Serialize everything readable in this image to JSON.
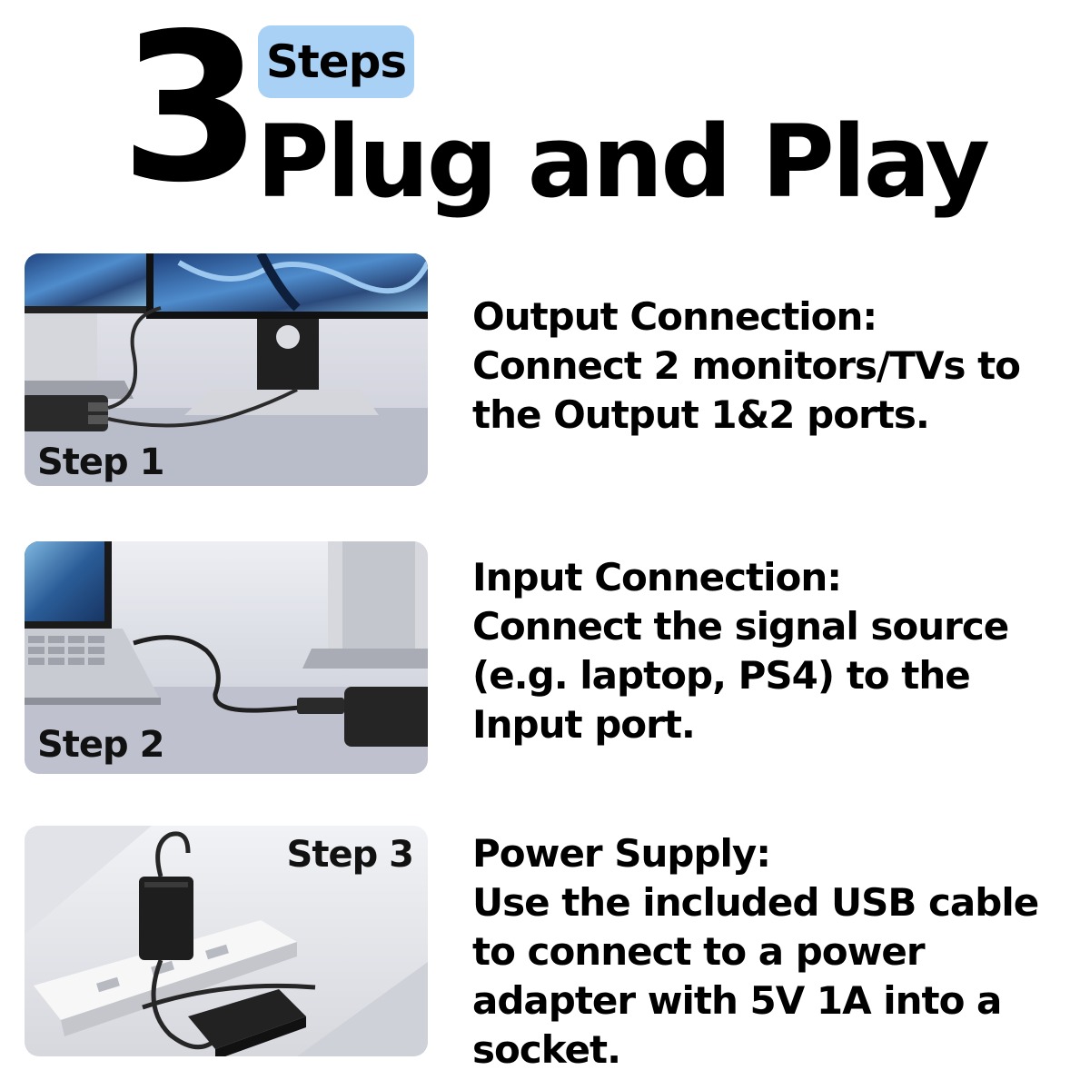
{
  "header": {
    "number": "3",
    "badge": "Steps",
    "title": "Plug and Play"
  },
  "steps": [
    {
      "label": "Step 1",
      "heading": "Output Connection:",
      "body": "Connect 2 monitors/TVs to the Output 1&2 ports."
    },
    {
      "label": "Step 2",
      "heading": "Input Connection:",
      "body": "Connect the signal source (e.g. laptop, PS4) to the Input port."
    },
    {
      "label": "Step 3",
      "heading": "Power Supply:",
      "body": "Use the included USB cable to connect to a power adapter with 5V 1A into a socket."
    }
  ],
  "colors": {
    "badge": "#a9d0f5",
    "text": "#000000"
  },
  "icons": {
    "step1": "monitor-setup-photo",
    "step2": "laptop-cable-photo",
    "step3": "power-adapter-photo"
  }
}
